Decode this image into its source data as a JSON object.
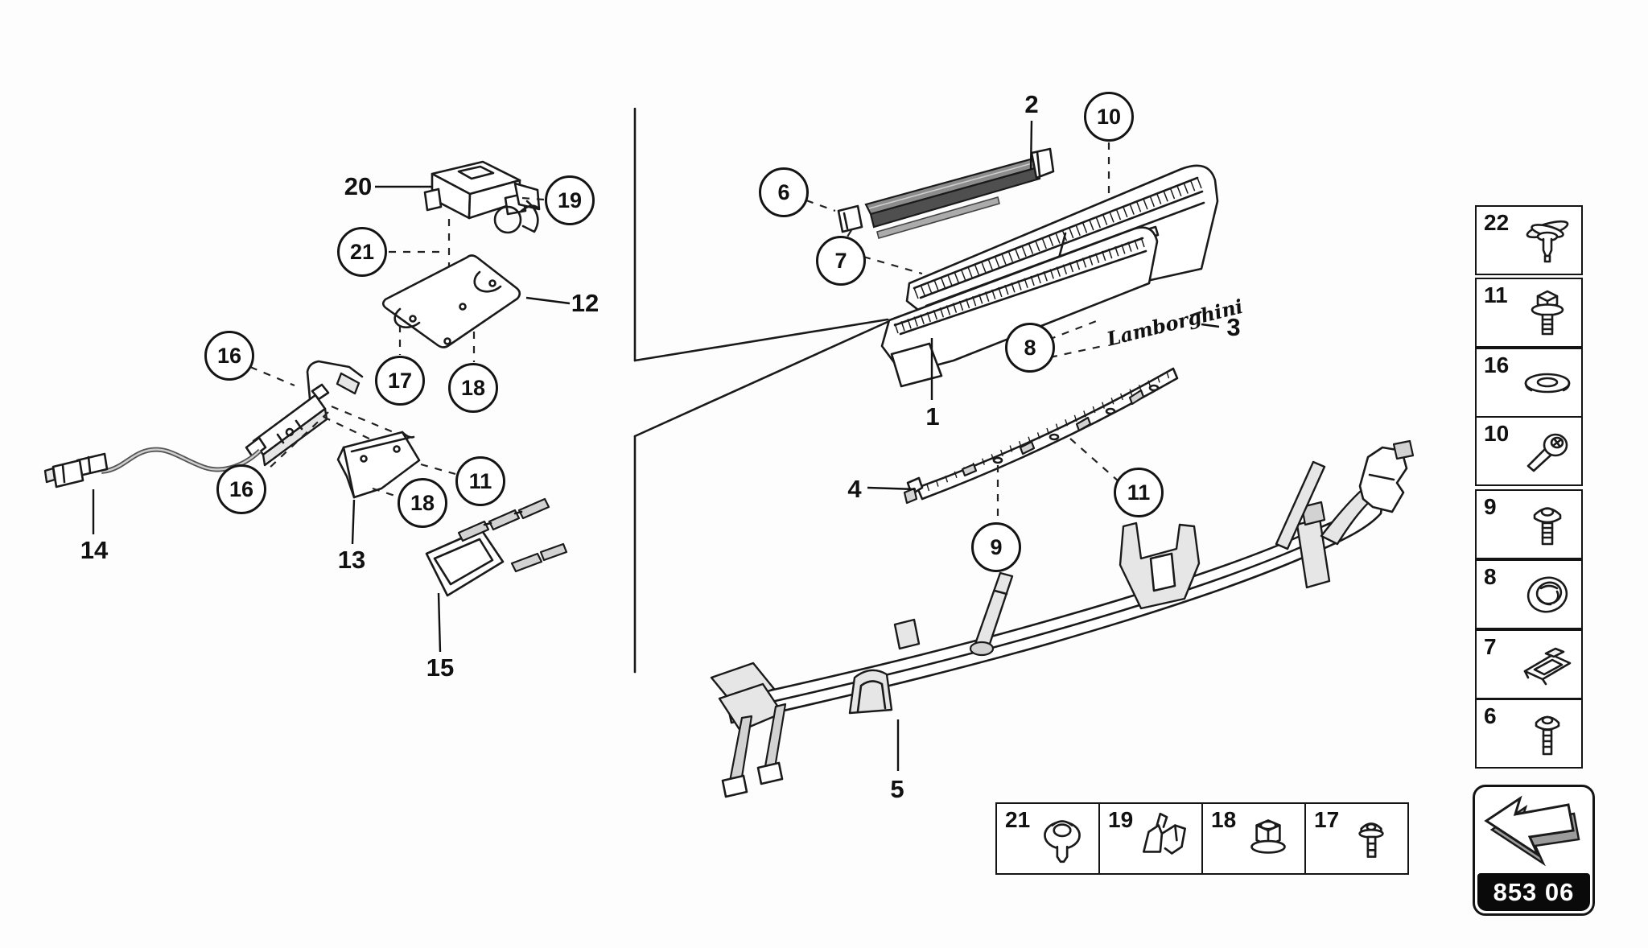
{
  "footer": {
    "page_code": "853 06"
  },
  "colors": {
    "line": "#1a1a1a",
    "strip_dark": "#4f4f4f",
    "strip_mid": "#8c8c8c",
    "metal_light": "#d9d9d9",
    "badge_bg": "#000000",
    "badge_text": "#ffffff"
  },
  "callouts": {
    "left": {
      "l20": "20",
      "l12": "12",
      "l14": "14",
      "l13": "13",
      "l15": "15",
      "c19": "19",
      "c21": "21",
      "c17": "17",
      "c18a": "18",
      "c16a": "16",
      "c16b": "16",
      "c18b": "18",
      "c11b": "11"
    },
    "main": {
      "l2": "2",
      "l1": "1",
      "l3": "3",
      "l4": "4",
      "l5": "5",
      "c6": "6",
      "c7": "7",
      "c10": "10",
      "c8": "8",
      "c9": "9",
      "c11a": "11"
    }
  },
  "main_view": {
    "brand_script": "Lamborghini"
  },
  "sidebar": {
    "items": [
      {
        "num": "22",
        "icon": "expander-rivet-icon"
      },
      {
        "num": "11",
        "icon": "hex-flange-bolt-icon"
      },
      {
        "num": "16",
        "icon": "washer-icon"
      },
      {
        "num": "10",
        "icon": "shoulder-screw-icon"
      },
      {
        "num": "9",
        "icon": "pan-head-screw-icon"
      },
      {
        "num": "8",
        "icon": "grommet-icon"
      },
      {
        "num": "7",
        "icon": "clip-plate-icon"
      },
      {
        "num": "6",
        "icon": "round-head-screw-icon"
      }
    ]
  },
  "bottom_row": {
    "items": [
      {
        "num": "21",
        "icon": "plug-grommet-icon"
      },
      {
        "num": "19",
        "icon": "retainer-clip-icon"
      },
      {
        "num": "18",
        "icon": "flange-nut-icon"
      },
      {
        "num": "17",
        "icon": "round-head-screw-icon"
      }
    ]
  }
}
